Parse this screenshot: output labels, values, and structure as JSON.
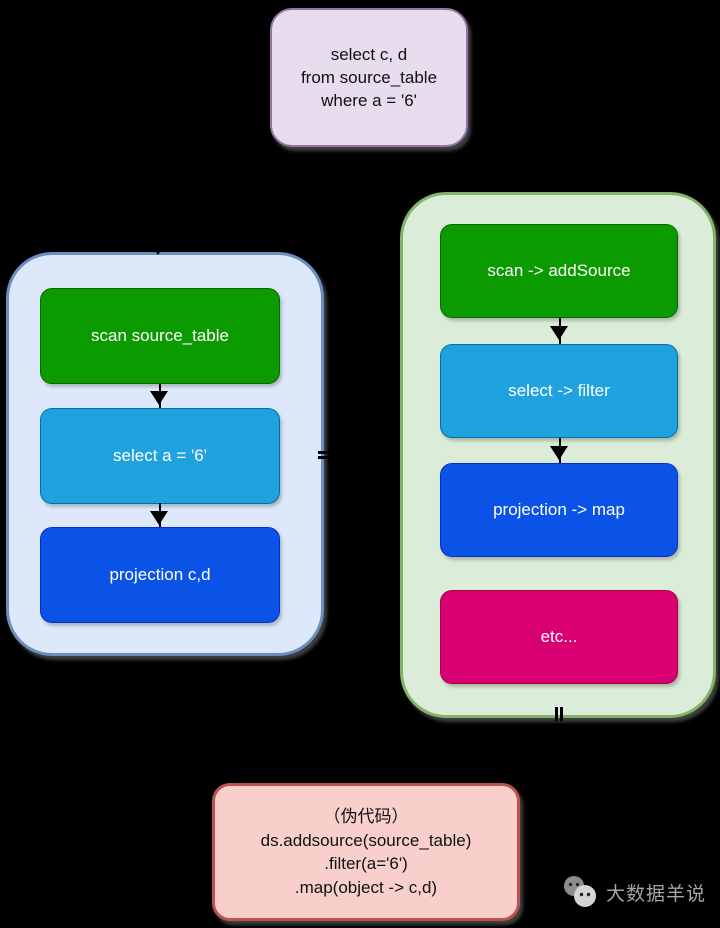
{
  "canvas": {
    "background": "#000000"
  },
  "sql_box": {
    "lines": [
      "select c, d",
      "from source_table",
      "where a = '6'"
    ],
    "fill": "#e7ddee",
    "border": "#9673a6"
  },
  "logical_plan": {
    "fill": "#dde9fb",
    "border": "#6c8ebf",
    "nodes": [
      {
        "label": "scan source_table",
        "fill": "#0b9a00"
      },
      {
        "label": "select a = '6'",
        "fill": "#1fa2de"
      },
      {
        "label": "projection c,d",
        "fill": "#0b53e6"
      }
    ]
  },
  "datastream_plan": {
    "fill": "#dbecd8",
    "border": "#82b366",
    "nodes": [
      {
        "label": "scan -> addSource",
        "fill": "#0b9a00"
      },
      {
        "label": "select -> filter",
        "fill": "#1fa2de"
      },
      {
        "label": "projection -> map",
        "fill": "#0b53e6"
      },
      {
        "label": "etc...",
        "fill": "#d80073"
      }
    ]
  },
  "pseudocode_box": {
    "lines": [
      "（伪代码）",
      "ds.addsource(source_table)",
      ".filter(a='6')",
      ".map(object -> c,d)"
    ],
    "fill": "#f9cfcc",
    "border": "#bd5350"
  },
  "watermark": {
    "text": "大数据羊说",
    "color": "#b3b3b3"
  },
  "arrow_color": "#000000"
}
